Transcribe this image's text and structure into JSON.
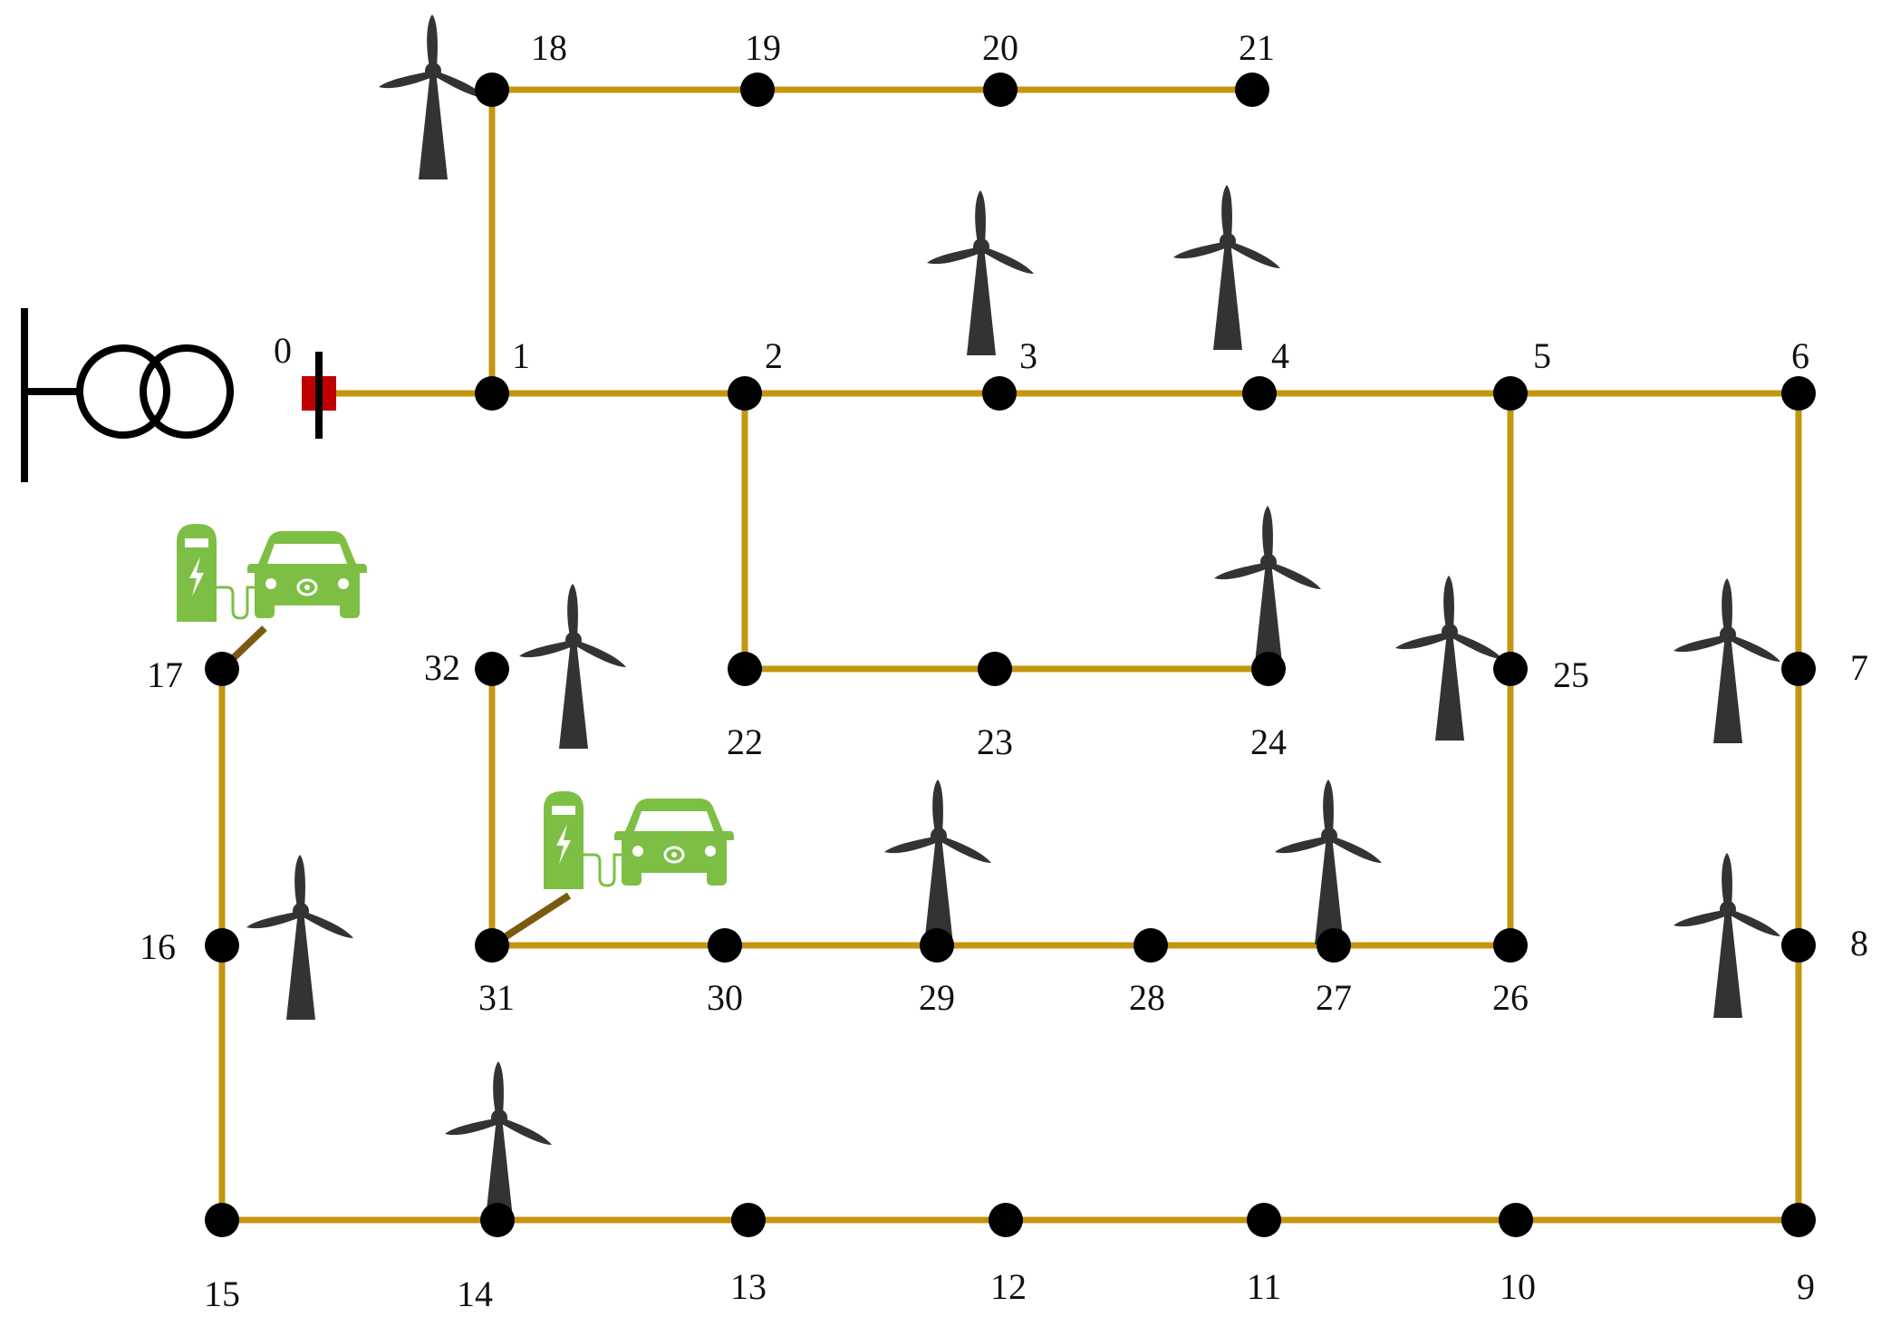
{
  "colors": {
    "line": "#C4950F",
    "ev_link": "#7A5A10",
    "bus": "#000000",
    "breaker": "#C00000",
    "turbine": "#333333",
    "ev_green": "#7CBF44"
  },
  "buses": [
    {
      "id": "0",
      "label": "0"
    },
    {
      "id": "1",
      "label": "1"
    },
    {
      "id": "2",
      "label": "2"
    },
    {
      "id": "3",
      "label": "3"
    },
    {
      "id": "4",
      "label": "4"
    },
    {
      "id": "5",
      "label": "5"
    },
    {
      "id": "6",
      "label": "6"
    },
    {
      "id": "7",
      "label": "7"
    },
    {
      "id": "8",
      "label": "8"
    },
    {
      "id": "9",
      "label": "9"
    },
    {
      "id": "10",
      "label": "10"
    },
    {
      "id": "11",
      "label": "11"
    },
    {
      "id": "12",
      "label": "12"
    },
    {
      "id": "13",
      "label": "13"
    },
    {
      "id": "14",
      "label": "14"
    },
    {
      "id": "15",
      "label": "15"
    },
    {
      "id": "16",
      "label": "16"
    },
    {
      "id": "17",
      "label": "17"
    },
    {
      "id": "18",
      "label": "18"
    },
    {
      "id": "19",
      "label": "19"
    },
    {
      "id": "20",
      "label": "20"
    },
    {
      "id": "21",
      "label": "21"
    },
    {
      "id": "22",
      "label": "22"
    },
    {
      "id": "23",
      "label": "23"
    },
    {
      "id": "24",
      "label": "24"
    },
    {
      "id": "25",
      "label": "25"
    },
    {
      "id": "26",
      "label": "26"
    },
    {
      "id": "27",
      "label": "27"
    },
    {
      "id": "28",
      "label": "28"
    },
    {
      "id": "29",
      "label": "29"
    },
    {
      "id": "30",
      "label": "30"
    },
    {
      "id": "31",
      "label": "31"
    },
    {
      "id": "32",
      "label": "32"
    }
  ],
  "branches": [
    [
      "0",
      "1"
    ],
    [
      "1",
      "2"
    ],
    [
      "2",
      "3"
    ],
    [
      "3",
      "4"
    ],
    [
      "4",
      "5"
    ],
    [
      "5",
      "6"
    ],
    [
      "6",
      "7"
    ],
    [
      "7",
      "8"
    ],
    [
      "8",
      "9"
    ],
    [
      "9",
      "10"
    ],
    [
      "10",
      "11"
    ],
    [
      "11",
      "12"
    ],
    [
      "12",
      "13"
    ],
    [
      "13",
      "14"
    ],
    [
      "14",
      "15"
    ],
    [
      "15",
      "16"
    ],
    [
      "16",
      "17"
    ],
    [
      "1",
      "18"
    ],
    [
      "18",
      "19"
    ],
    [
      "19",
      "20"
    ],
    [
      "20",
      "21"
    ],
    [
      "2",
      "22"
    ],
    [
      "22",
      "23"
    ],
    [
      "23",
      "24"
    ],
    [
      "5",
      "25"
    ],
    [
      "25",
      "26"
    ],
    [
      "26",
      "27"
    ],
    [
      "27",
      "28"
    ],
    [
      "28",
      "29"
    ],
    [
      "29",
      "30"
    ],
    [
      "30",
      "31"
    ],
    [
      "31",
      "32"
    ]
  ],
  "wind_turbines_at": [
    "18",
    "3",
    "4",
    "24",
    "25",
    "7",
    "8",
    "29",
    "27",
    "32",
    "16",
    "14"
  ],
  "ev_chargers_at": [
    "17",
    "31"
  ],
  "icons": {
    "source": "transformer-icon",
    "breaker": "breaker-icon",
    "wind": "wind-turbine-icon",
    "ev": "ev-charger-icon"
  }
}
